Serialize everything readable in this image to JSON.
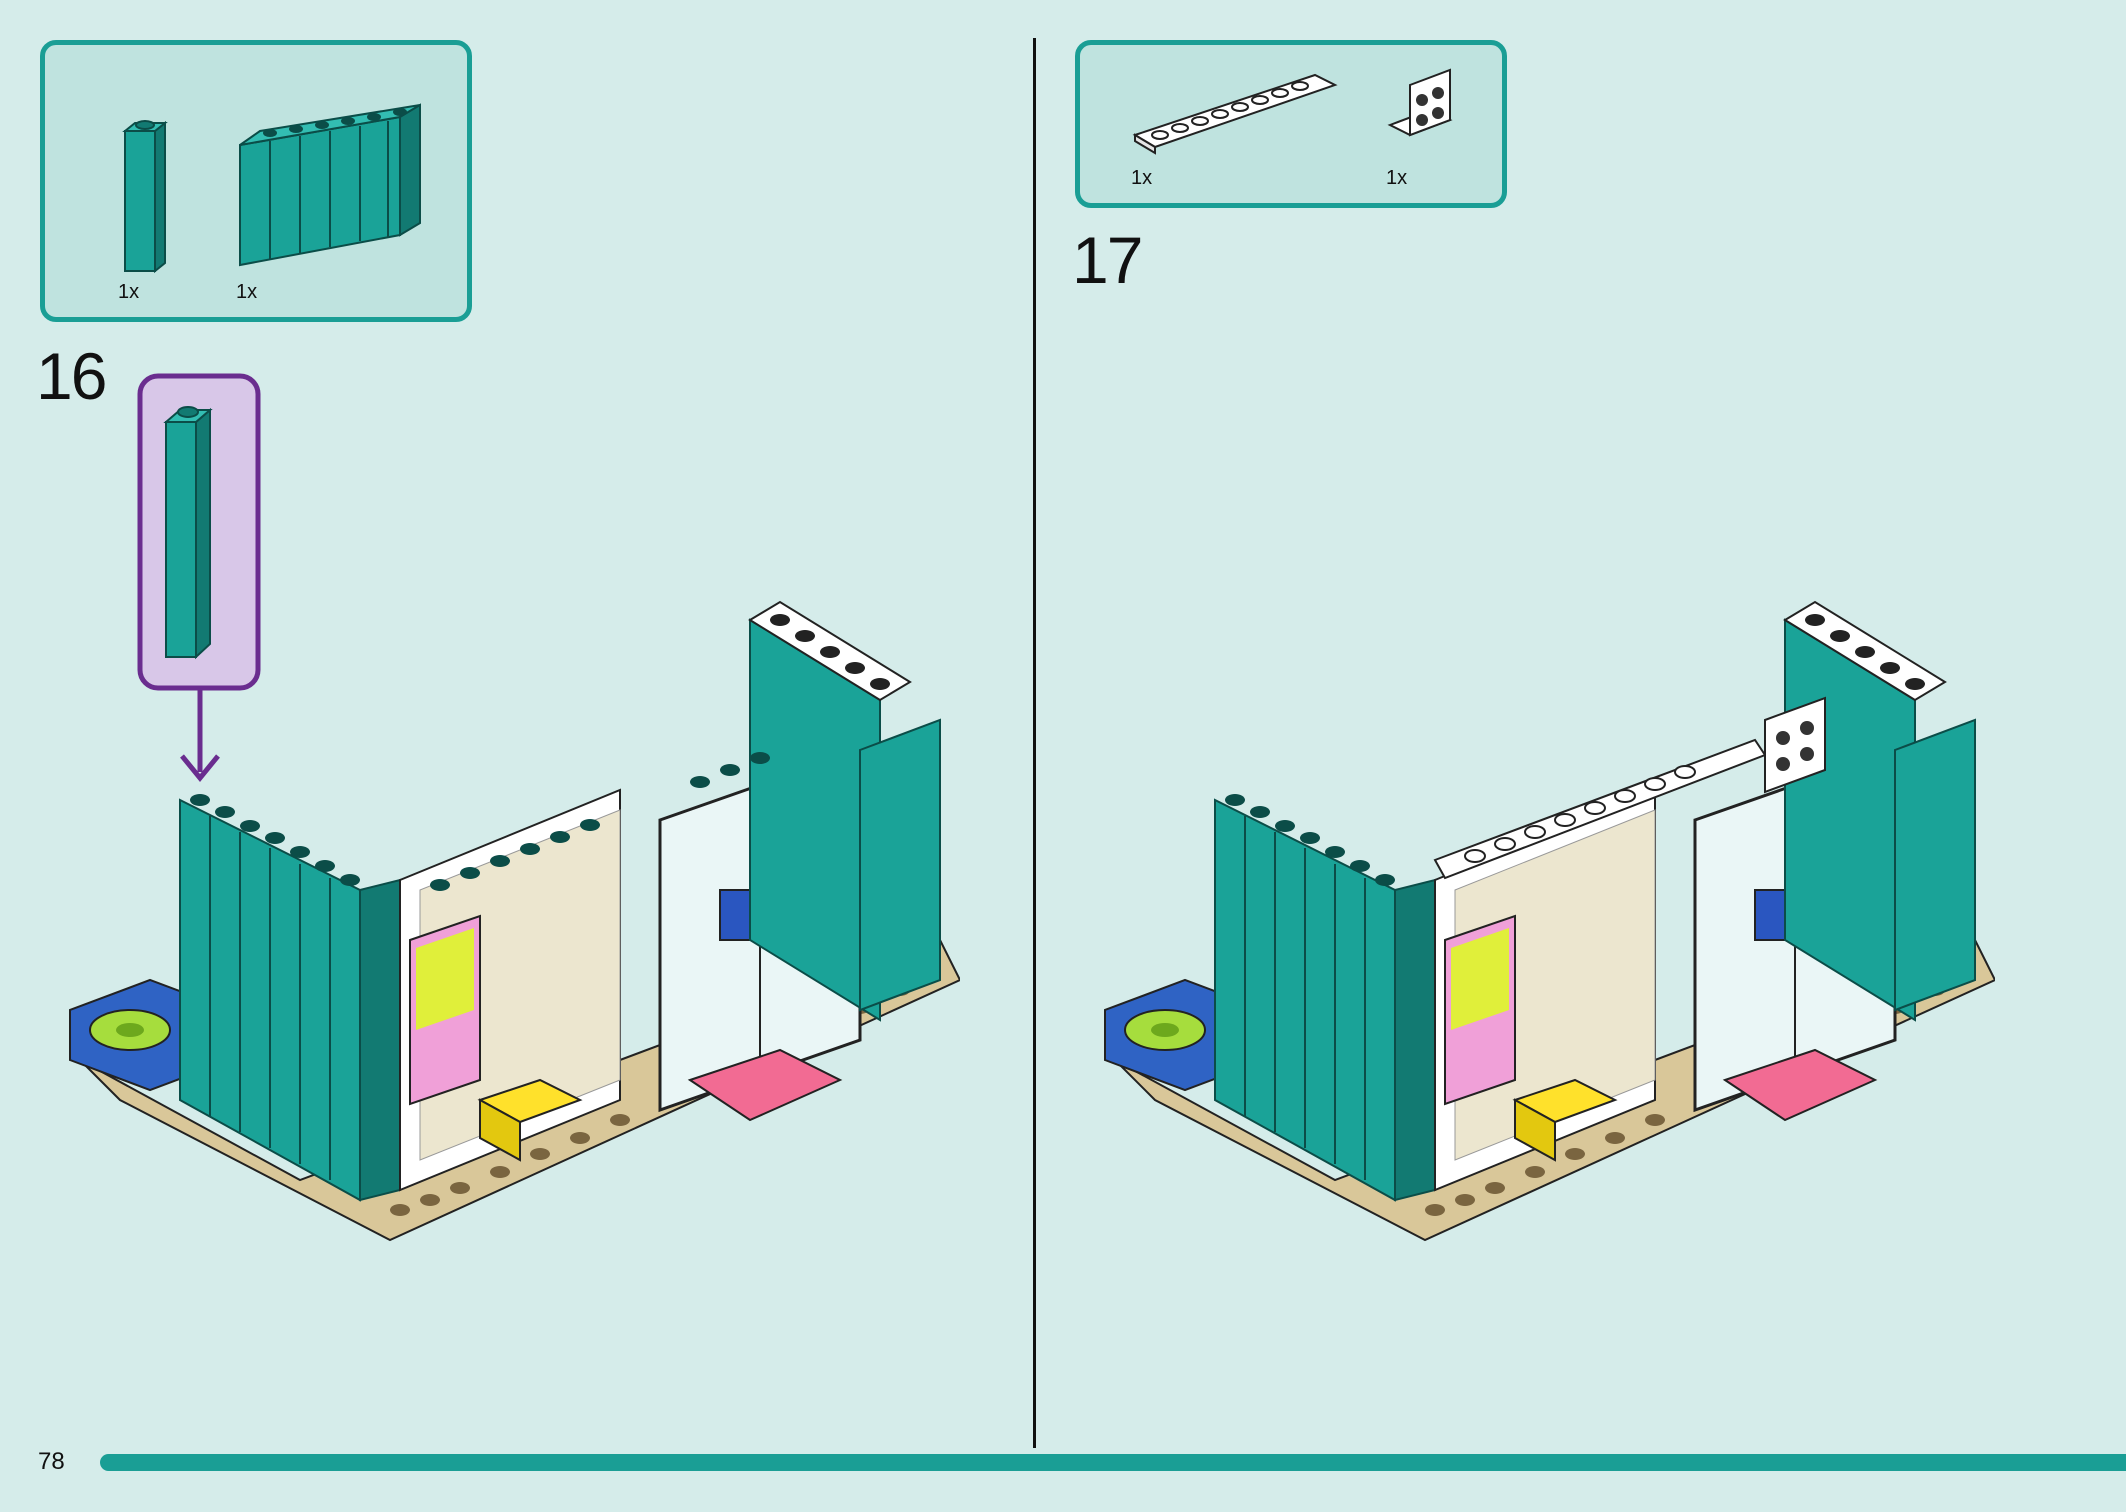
{
  "page": {
    "number": "78"
  },
  "steps": [
    {
      "number": "16",
      "parts": [
        {
          "icon": "teal-1x1-brick-column",
          "qty": "1x"
        },
        {
          "icon": "teal-panel-wall",
          "qty": "1x"
        }
      ]
    },
    {
      "number": "17",
      "parts": [
        {
          "icon": "white-1x8-plate",
          "qty": "1x"
        },
        {
          "icon": "white-bracket-plate",
          "qty": "1x"
        }
      ]
    }
  ],
  "colors": {
    "background": "#d5ecea",
    "accent_teal": "#1a9e95",
    "callout_purple": "#6a2d8f"
  }
}
